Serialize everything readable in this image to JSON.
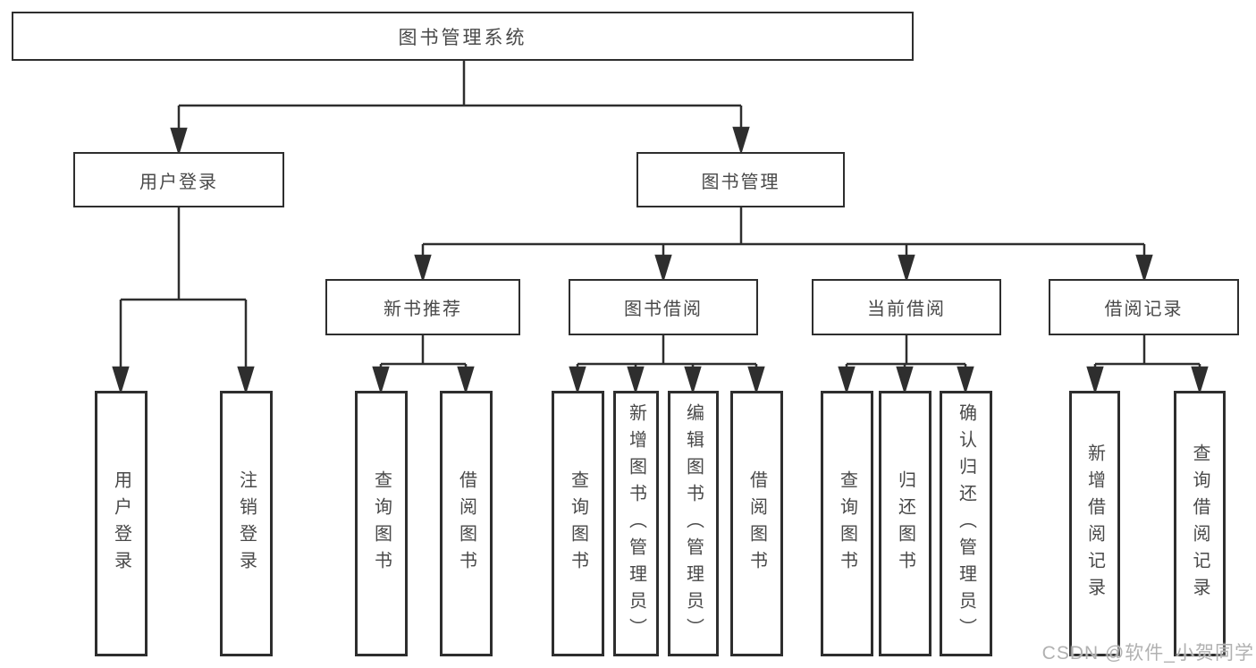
{
  "diagram": {
    "type": "hierarchy-tree",
    "colors": {
      "background": "#ffffff",
      "line": "#2e2e2e",
      "box_border": "#2e2e2e",
      "box_fill": "#ffffff",
      "text": "#494949",
      "watermark": "#b1b1b1"
    },
    "watermark": {
      "text": "CSDN @软件_小贺同学"
    },
    "tree": {
      "label": "图书管理系统",
      "children": [
        {
          "label": "用户登录",
          "children": [
            {
              "label": "用户登录"
            },
            {
              "label": "注销登录"
            }
          ]
        },
        {
          "label": "图书管理",
          "children": [
            {
              "label": "新书推荐",
              "children": [
                {
                  "label": "查询图书"
                },
                {
                  "label": "借阅图书"
                }
              ]
            },
            {
              "label": "图书借阅",
              "children": [
                {
                  "label": "查询图书"
                },
                {
                  "label": "新增图书（管理员）"
                },
                {
                  "label": "编辑图书（管理员）"
                },
                {
                  "label": "借阅图书"
                }
              ]
            },
            {
              "label": "当前借阅",
              "children": [
                {
                  "label": "查询图书"
                },
                {
                  "label": "归还图书"
                },
                {
                  "label": "确认归还（管理员）"
                }
              ]
            },
            {
              "label": "借阅记录",
              "children": [
                {
                  "label": "新增借阅记录"
                },
                {
                  "label": "查询借阅记录"
                }
              ]
            }
          ]
        }
      ]
    }
  }
}
